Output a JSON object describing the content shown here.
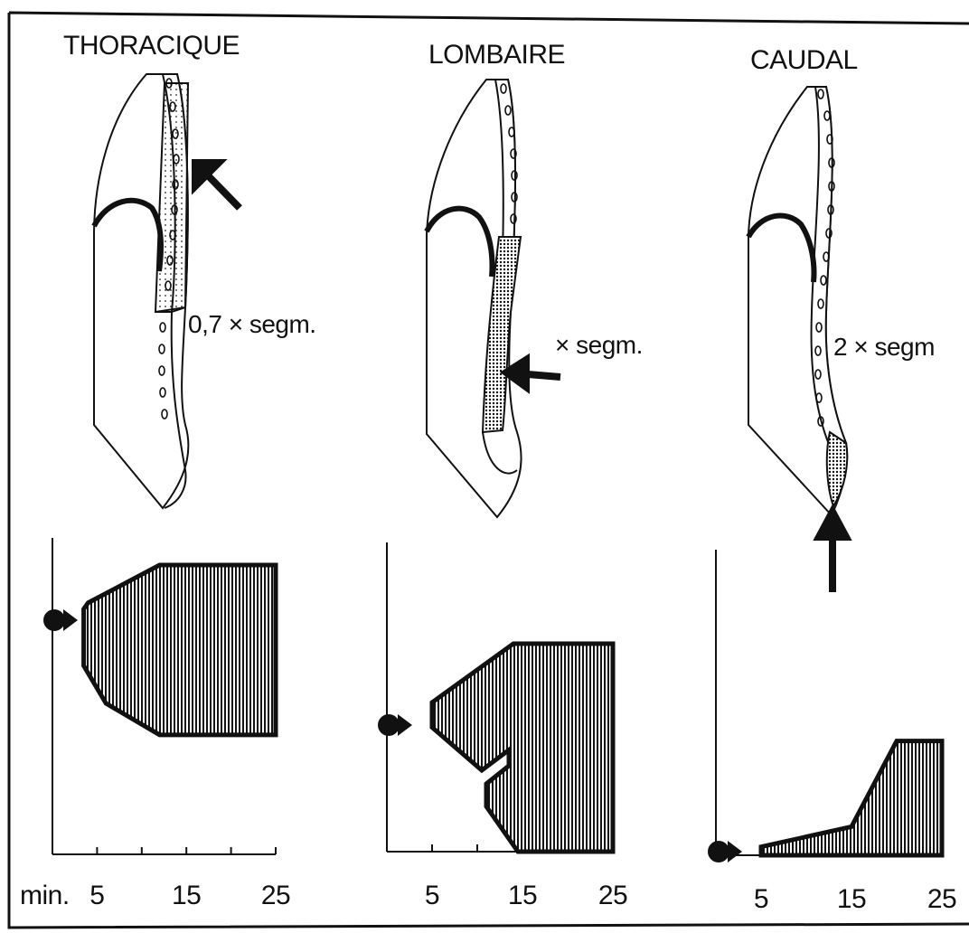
{
  "panels": [
    {
      "id": "thoracique",
      "title": "THORACIQUE",
      "annotation": "0,7 × segm.",
      "chart": {
        "unit_label": "min.",
        "x_ticks": [
          "5",
          "15",
          "25"
        ],
        "x_range": [
          0,
          25
        ],
        "outline": [
          [
            3.5,
            0.78
          ],
          [
            4,
            0.8
          ],
          [
            12,
            0.92
          ],
          [
            25,
            0.92
          ],
          [
            25,
            0.38
          ],
          [
            12,
            0.38
          ],
          [
            6,
            0.48
          ],
          [
            3.5,
            0.6
          ]
        ]
      }
    },
    {
      "id": "lombaire",
      "title": "LOMBAIRE",
      "annotation": "× segm.",
      "chart": {
        "unit_label": "",
        "x_ticks": [
          "5",
          "15",
          "25"
        ],
        "x_range": [
          0,
          25
        ],
        "outline": [
          [
            5,
            0.66
          ],
          [
            14,
            0.92
          ],
          [
            25,
            0.92
          ],
          [
            25,
            0.0
          ],
          [
            14.5,
            0.0
          ],
          [
            11,
            0.2
          ],
          [
            11,
            0.3
          ],
          [
            13.5,
            0.38
          ],
          [
            13.5,
            0.45
          ],
          [
            10.5,
            0.36
          ],
          [
            5,
            0.55
          ]
        ]
      }
    },
    {
      "id": "caudal",
      "title": "CAUDAL",
      "annotation": "2 × segm",
      "chart": {
        "unit_label": "",
        "x_ticks": [
          "5",
          "15",
          "25"
        ],
        "x_range": [
          0,
          25
        ],
        "outline": [
          [
            5,
            0.05
          ],
          [
            15,
            0.17
          ],
          [
            20,
            0.68
          ],
          [
            25,
            0.68
          ],
          [
            25,
            0.0
          ],
          [
            5,
            0.0
          ]
        ]
      }
    }
  ]
}
